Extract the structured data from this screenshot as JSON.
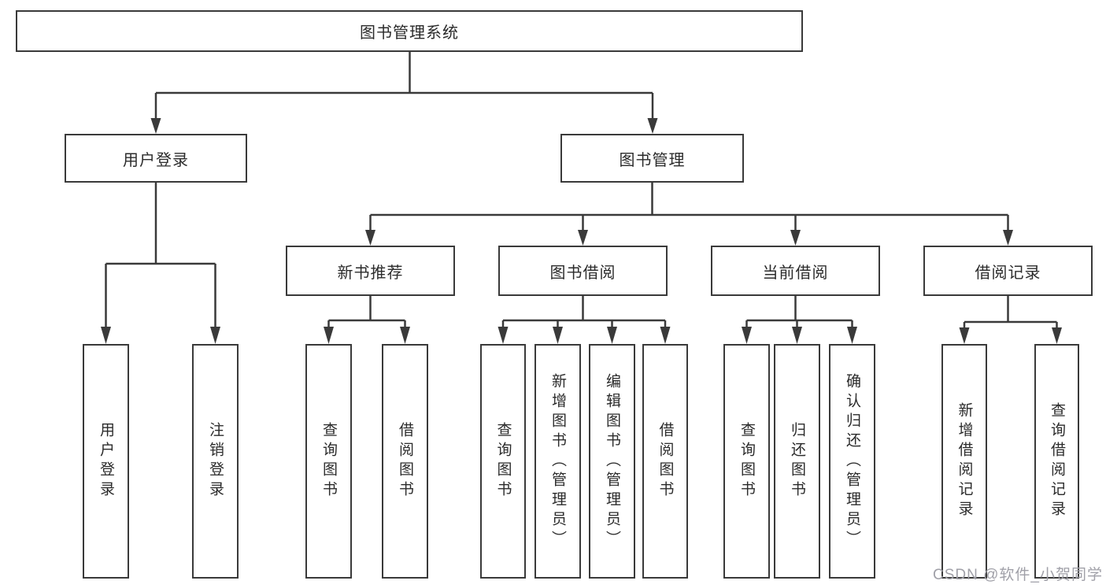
{
  "diagram": {
    "root": {
      "label": "图书管理系统"
    },
    "level1": [
      {
        "label": "用户登录"
      },
      {
        "label": "图书管理"
      }
    ],
    "level2": [
      {
        "label": "新书推荐"
      },
      {
        "label": "图书借阅"
      },
      {
        "label": "当前借阅"
      },
      {
        "label": "借阅记录"
      }
    ],
    "leaves": {
      "user_login": [
        "用户登录",
        "注销登录"
      ],
      "new_books": [
        "查询图书",
        "借阅图书"
      ],
      "book_borrow": [
        "查询图书",
        "新增图书（管理员）",
        "编辑图书（管理员）",
        "借阅图书"
      ],
      "current_borrow": [
        "查询图书",
        "归还图书",
        "确认归还（管理员）"
      ],
      "borrow_records": [
        "新增借阅记录",
        "查询借阅记录"
      ]
    }
  },
  "watermark": {
    "text": "CSDN @软件_小贺同学"
  },
  "colors": {
    "line": "#3a3a3a",
    "text": "#2b2b2b",
    "watermark": "#a0a0a8",
    "background": "#ffffff"
  }
}
